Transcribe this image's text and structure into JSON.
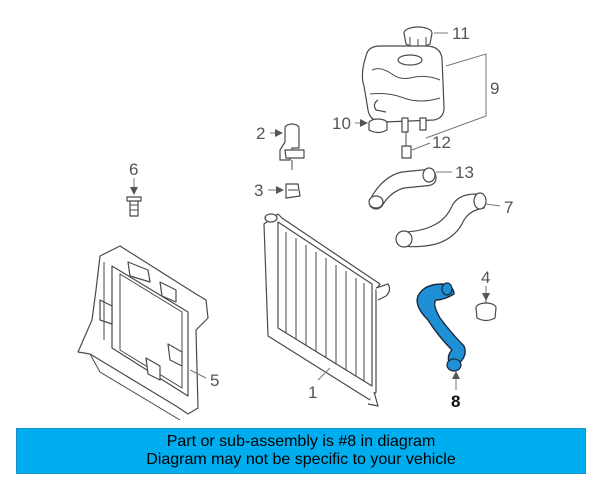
{
  "callouts": {
    "c1": "1",
    "c2": "2",
    "c3": "3",
    "c4": "4",
    "c5": "5",
    "c6": "6",
    "c7": "7",
    "c8": "8",
    "c9": "9",
    "c10": "10",
    "c11": "11",
    "c12": "12",
    "c13": "13"
  },
  "banner": {
    "line1": "Part or sub-assembly is #8 in diagram",
    "line2": "Diagram may not be specific to your vehicle"
  },
  "colors": {
    "highlight_part": "#1f8fd6",
    "banner_background": "#00aeef"
  }
}
